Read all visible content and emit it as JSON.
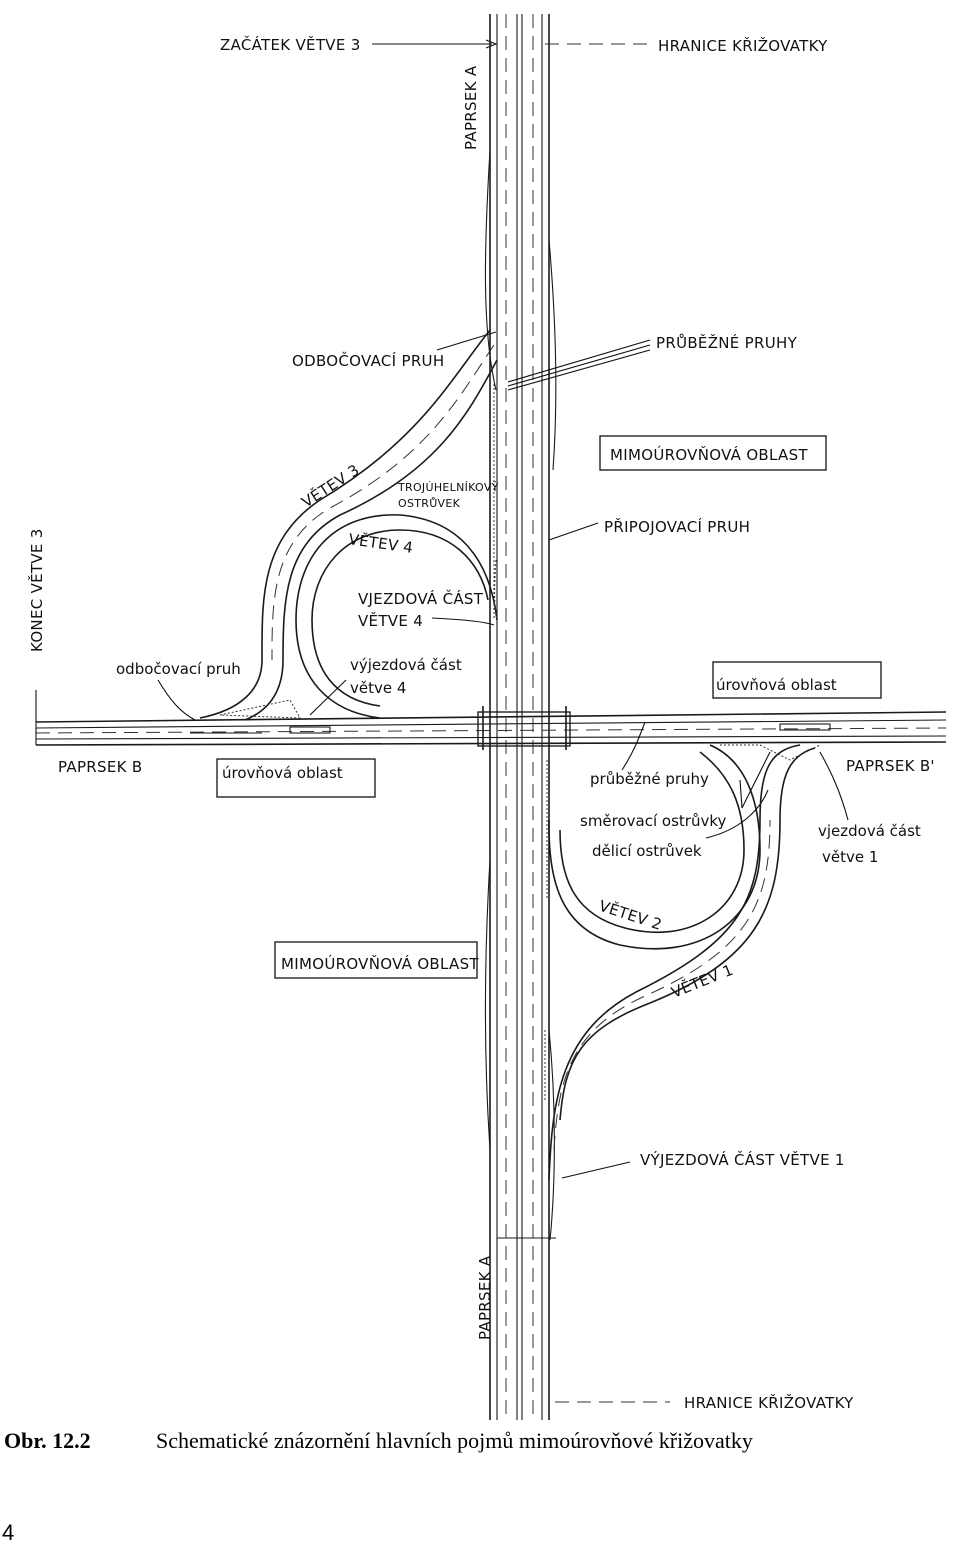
{
  "labels": {
    "zacatek_vetve_3": "ZAČÁTEK VĚTVE 3",
    "hranice_top": "HRANICE KŘIŽOVATKY",
    "paprsek_a_top": "PAPRSEK A",
    "odbocovaci_pruh_upper": "ODBOČOVACÍ PRUH",
    "prubezne_pruhy_upper": "PRŮBĚŽNÉ PRUHY",
    "mimourovnova_upper": "MIMOÚROVŇOVÁ OBLAST",
    "vetev_3": "VĚTEV 3",
    "trojuhelnikovy_1": "TROJÚHELNÍKOVÝ",
    "trojuhelnikovy_2": "OSTRŮVEK",
    "pripojovaci_pruh": "PŘIPOJOVACÍ PRUH",
    "konec_vetve_3": "KONEC VĚTVE 3",
    "vetev_4": "VĚTEV 4",
    "vjezdova_4_line1": "VJEZDOVÁ ČÁST",
    "vjezdova_4_line2": "VĚTVE 4",
    "odbocovaci_pruh_lower": "odbočovací pruh",
    "vyjezdova_4_line1": "výjezdová část",
    "vyjezdova_4_line2": "větve 4",
    "urovnova_right": "úrovňová oblast",
    "paprsek_b": "PAPRSEK B",
    "urovnova_left": "úrovňová oblast",
    "prubezne_pruhy_lower": "průběžné pruhy",
    "paprsek_b_prime": "PAPRSEK B'",
    "smerovaci_ostruvky": "směrovací ostrůvky",
    "vjezdova_1_line1": "vjezdová část",
    "vjezdova_1_line2": "větve 1",
    "delici_ostruvek": "dělicí ostrůvek",
    "vetev_2": "VĚTEV 2",
    "mimourovnova_lower": "MIMOÚROVŇOVÁ OBLAST",
    "vetev_1": "VĚTEV 1",
    "vyjezdova_1": "VÝJEZDOVÁ ČÁST VĚTVE 1",
    "paprsek_a_bottom": "PAPRSEK A",
    "hranice_bottom": "HRANICE KŘIŽOVATKY"
  },
  "caption": {
    "number": "Obr. 12.2",
    "text": "Schematické znázornění hlavních pojmů mimoúrovňové křižovatky"
  },
  "page_number": "4"
}
